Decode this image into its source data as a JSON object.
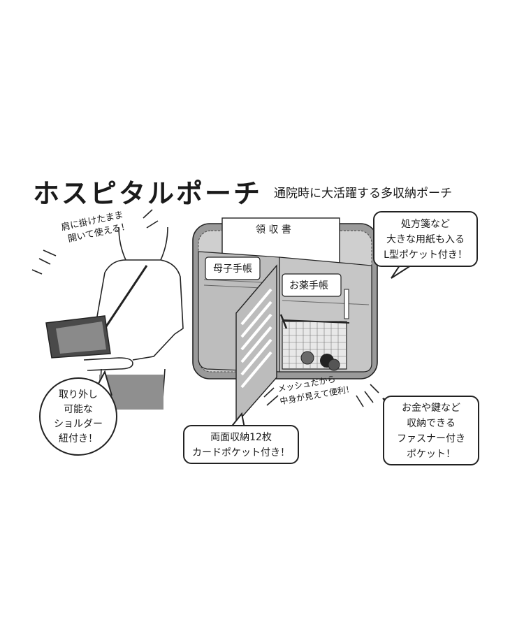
{
  "title": "ホスピタルポーチ",
  "subtitle": "通院時に大活躍する多収納ポーチ",
  "callouts": {
    "shoulder_note": [
      "肩に掛けたまま",
      "開いて使える！"
    ],
    "detachable": [
      "取り外し",
      "可能な",
      "ショルダー",
      "紐付き！"
    ],
    "l_pocket": [
      "処方箋など",
      "大きな用紙も入る",
      "L型ポケット付き！"
    ],
    "mesh_note": [
      "メッシュだから",
      "中身が見えて便利！"
    ],
    "card_pocket": [
      "両面収納12枚",
      "カードポケット付き！"
    ],
    "zipper": [
      "お金や鍵など",
      "収納できる",
      "ファスナー付き",
      "ポケット！"
    ]
  },
  "labels": {
    "receipt": "領 収 書",
    "mother_child": "母子手帳",
    "medicine": "お薬手帳"
  },
  "colors": {
    "line": "#222222",
    "pouch_gray": "#9a9a9a",
    "panel_gray": "#c9c9c9"
  }
}
